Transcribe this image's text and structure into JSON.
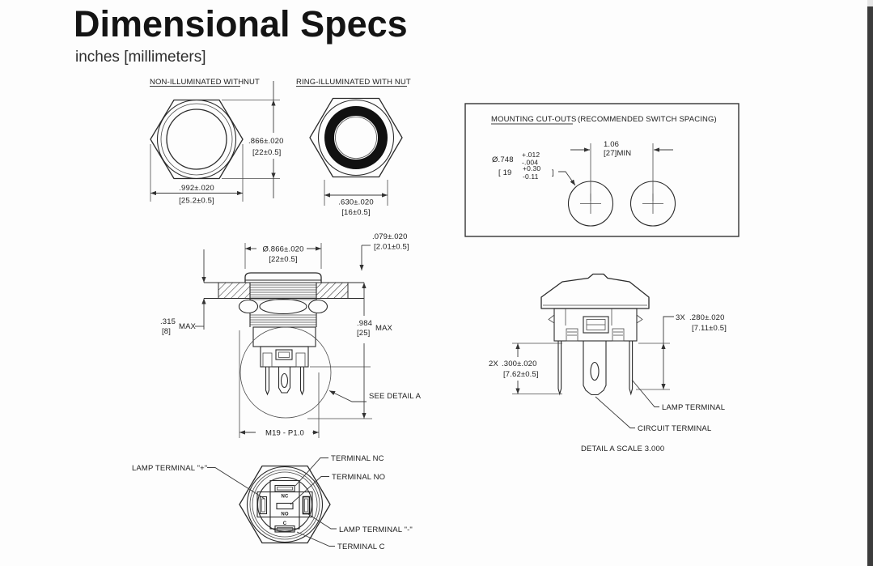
{
  "page": {
    "title": "Dimensional Specs",
    "subtitle": "inches [millimeters]"
  },
  "colors": {
    "ink": "#1c1c1c",
    "line": "#2b2b2b",
    "scrollbar": "#3c3c3c"
  },
  "nut_views": {
    "non_illuminated": {
      "title_underlined": "NON-ILLUMINATED WITH",
      "title_rest": "NUT",
      "height_in": ".866±.020",
      "height_mm": "[22±0.5]",
      "width_in": ".992±.020",
      "width_mm": "[25.2±0.5]"
    },
    "ring_illuminated": {
      "title": "RING-ILLUMINATED WITH NUT",
      "ring_dia_in": ".630±.020",
      "ring_dia_mm": "[16±0.5]"
    }
  },
  "mounting_cutouts": {
    "title_underlined": "MOUNTING CUT-OUTS",
    "title_rest": "(RECOMMENDED SWITCH SPACING)",
    "hole": {
      "dia": "Ø.748",
      "plus_in": "+.012",
      "minus_in": "-.004",
      "mm_open": "[ 19",
      "plus_mm": "+0.30",
      "minus_mm": "-0.11",
      "mm_close": "]"
    },
    "spacing_in": "1.06",
    "spacing_mm": "[27]MIN"
  },
  "side_view": {
    "cap_dia_in": "Ø.866±.020",
    "cap_dia_mm": "[22±0.5]",
    "lip_in": ".079±.020",
    "lip_mm": "[2.01±0.5]",
    "panel_in": ".315",
    "panel_mm": "[8]",
    "panel_max": "MAX",
    "depth_in": ".984",
    "depth_mm": "[25]",
    "depth_max": "MAX",
    "thread": "M19 - P1.0",
    "see_detail": "SEE DETAIL A"
  },
  "detail_a": {
    "qty3": "3X",
    "pin3_in": ".280±.020",
    "pin3_mm": "[7.11±0.5]",
    "qty2": "2X",
    "pin2_in": ".300±.020",
    "pin2_mm": "[7.62±0.5]",
    "lamp_terminal": "LAMP TERMINAL",
    "circuit_terminal": "CIRCUIT TERMINAL",
    "caption": "DETAIL A SCALE 3.000"
  },
  "bottom_view": {
    "lamp_plus": "LAMP TERMINAL \"+\"",
    "terminal_nc": "TERMINAL NC",
    "terminal_no": "TERMINAL NO",
    "lamp_minus": "LAMP TERMINAL \"-\"",
    "terminal_c": "TERMINAL C",
    "slot_nc": "NC",
    "slot_no": "NO",
    "slot_c": "C"
  }
}
